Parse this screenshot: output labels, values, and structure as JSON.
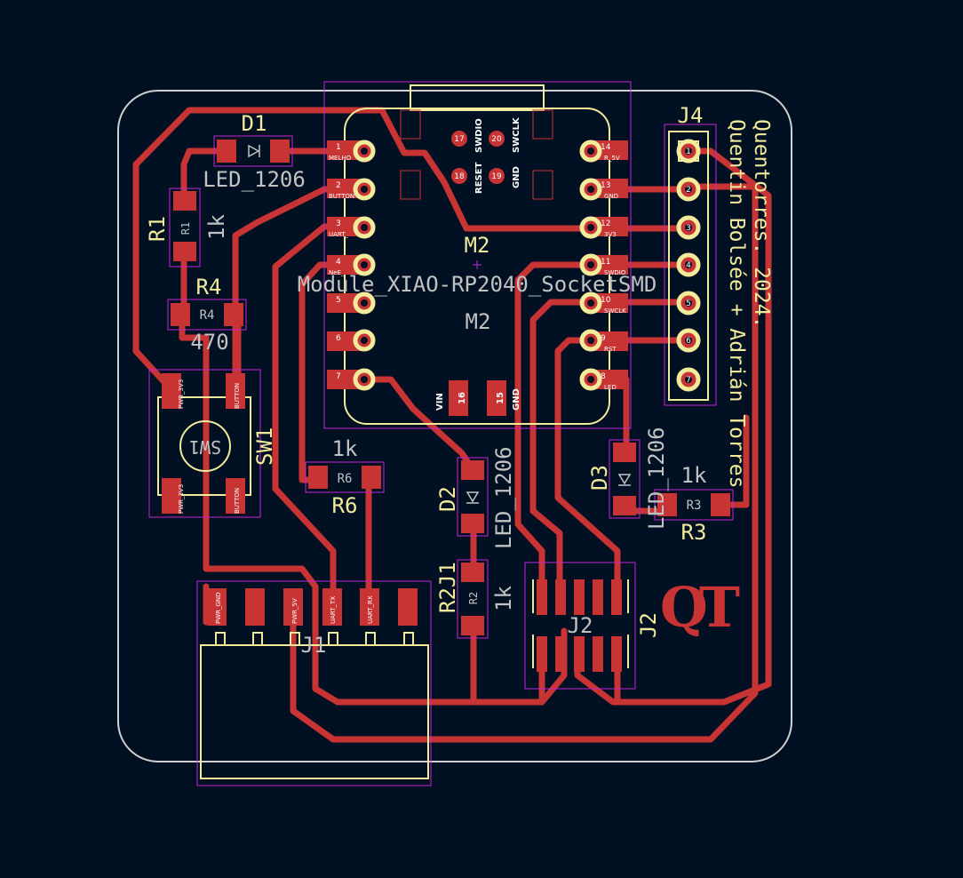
{
  "colors": {
    "background": "#001023",
    "copper": "#c83434",
    "silkscreen": "#f2eb9c",
    "courtyard": "#c026d3",
    "edge_cuts": "#d0d0d0",
    "fab_text": "#c2c2c2"
  },
  "credit": {
    "line1": "Quentorres. 2024.",
    "line2": "Quentin Bolsée + Adrián Torres"
  },
  "logo": "QT",
  "m2": {
    "ref": "M2",
    "value": "Module_XIAO-RP2040_SocketSMD",
    "ref_fab": "M2",
    "pin_labels": [
      "RESET",
      "SWDIO",
      "GND",
      "SWCLK",
      "VIN",
      "GND"
    ],
    "pad_numbers": [
      "17",
      "18",
      "19",
      "20",
      "16",
      "15"
    ],
    "left_pins": [
      "1",
      "2",
      "3",
      "4",
      "5",
      "6",
      "7"
    ],
    "right_pins": [
      "14",
      "13",
      "12",
      "11",
      "10",
      "9",
      "8"
    ],
    "left_nets": [
      "MELHO",
      "BUTTON",
      "UART_",
      "NeE_"
    ],
    "right_nets": [
      "R_5V",
      "GND",
      "3V3",
      "SWDIO",
      "SWCLK",
      "RST",
      "LED"
    ]
  },
  "d1": {
    "ref": "D1",
    "value": "LED_1206"
  },
  "d2": {
    "ref": "D2",
    "value": "LED_1206"
  },
  "d3": {
    "ref": "D3",
    "value": "LED_1206"
  },
  "r1": {
    "ref": "R1",
    "value": "1k",
    "fab": "R1"
  },
  "r2": {
    "ref": "R2",
    "value": "1k",
    "fab": "R2",
    "ref_overlap": "R2J1"
  },
  "r3": {
    "ref": "R3",
    "value": "1k",
    "fab": "R3"
  },
  "r4": {
    "ref": "R4",
    "value": "470",
    "fab": "R4"
  },
  "r6": {
    "ref": "R6",
    "value": "1k",
    "fab": "R6"
  },
  "sw1": {
    "ref": "SW1",
    "value": "SW1",
    "pads": [
      "PWR_3V3",
      "BUTTON",
      "PWR_3V3",
      "BUTTON"
    ]
  },
  "j1": {
    "ref": "J1",
    "pads": [
      "PWR_GND",
      "",
      "PWR_5V",
      "UART_TX",
      "UART_RX",
      ""
    ]
  },
  "j2": {
    "ref": "J2"
  },
  "j4": {
    "ref": "J4",
    "pins": [
      "1",
      "2",
      "3",
      "4",
      "5",
      "6",
      "7"
    ]
  }
}
